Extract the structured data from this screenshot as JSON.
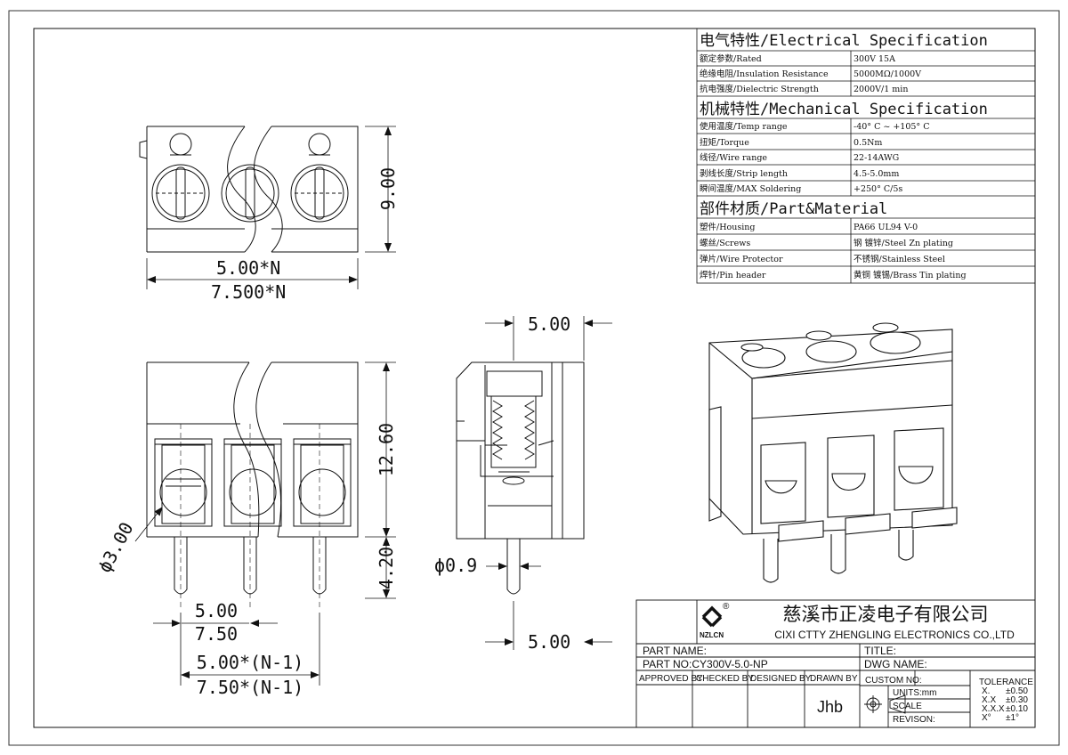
{
  "spec": {
    "electrical": {
      "heading": "电气特性/Electrical Specification",
      "rows": [
        {
          "label": "额定参数/Rated",
          "value": "300V  15A"
        },
        {
          "label": "绝缘电阻/Insulation Resistance",
          "value": "5000MΩ/1000V"
        },
        {
          "label": "抗电强度/Dielectric Strength",
          "value": "2000V/1 min"
        }
      ]
    },
    "mechanical": {
      "heading": "机械特性/Mechanical Specification",
      "rows": [
        {
          "label": "使用温度/Temp range",
          "value": "-40° C ~ +105° C"
        },
        {
          "label": "扭矩/Torque",
          "value": "0.5Nm"
        },
        {
          "label": "线径/Wire range",
          "value": "22-14AWG"
        },
        {
          "label": "剥线长度/Strip length",
          "value": "4.5-5.0mm"
        },
        {
          "label": "瞬间温度/MAX Soldering",
          "value": "+250° C/5s"
        }
      ]
    },
    "material": {
      "heading": "部件材质/Part&Material",
      "rows": [
        {
          "label": "塑件/Housing",
          "value": "PA66 UL94 V-0"
        },
        {
          "label": "螺丝/Screws",
          "value": "钢 镀锌/Steel Zn plating"
        },
        {
          "label": "弹片/Wire Protector",
          "value": "不锈钢/Stainless Steel"
        },
        {
          "label": "焊针/Pin header",
          "value": "黄铜 镀锡/Brass Tin plating"
        }
      ]
    }
  },
  "dims": {
    "top_pitch": "5.00*N",
    "top_width": "7.500*N",
    "top_height": "9.00",
    "front_body_height": "12.60",
    "front_pin_length": "4.20",
    "hole_dia": "ϕ3.00",
    "front_pitch": "5.00",
    "front_pitch_b": "7.50",
    "front_span": "5.00*(N-1)",
    "front_span_b": "7.50*(N-1)",
    "side_top": "5.00",
    "side_bottom": "5.00",
    "pin_dia": "ϕ0.9"
  },
  "title_block": {
    "logo_text": "NZLCN",
    "logo_reg": "®",
    "company_cn": "慈溪市正凌电子有限公司",
    "company_en": "CIXI CTTY ZHENGLING ELECTRONICS CO.,LTD",
    "part_name_label": "PART NAME:",
    "title_label": "TITLE:",
    "part_no": "PART NO:CY300V-5.0-NP",
    "dwg_name_label": "DWG NAME:",
    "approved_by": "APPROVED BY",
    "checked_by": "CHECKED BY",
    "designed_by": "DESIGNED BY",
    "drawn_by": "DRAWN BY",
    "drawn_by_value": "Jhb",
    "custom_no": "CUSTOM NO:",
    "units": "UNITS:mm",
    "scale": "SCALE",
    "revision": "REVISON:",
    "tolerance_label": "TOLERANCE",
    "tolerances": [
      {
        "k": "X.",
        "v": "±0.50"
      },
      {
        "k": "X.X",
        "v": "±0.30"
      },
      {
        "k": "X.X.X",
        "v": "±0.10"
      },
      {
        "k": "X°",
        "v": "±1°"
      }
    ]
  }
}
